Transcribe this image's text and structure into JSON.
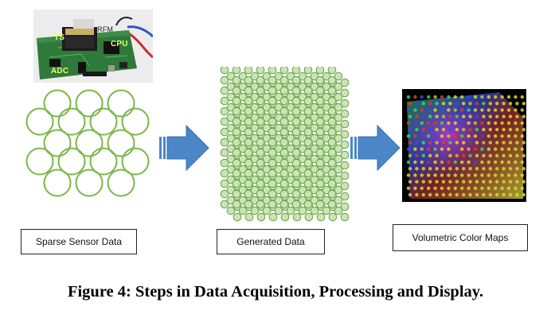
{
  "photo": {
    "labels": {
      "rfm": "RFM",
      "ts": "TS",
      "cpu": "CPU",
      "adc": "ADC"
    }
  },
  "boxes": {
    "sparse": "Sparse Sensor Data",
    "generated": "Generated Data",
    "volumetric": "Volumetric Color Maps"
  },
  "figure_caption": "Figure 4: Steps in Data Acquisition, Processing and Display.",
  "colors": {
    "sensor_stroke": "#7ab648",
    "node_fill": "#c8e6b0",
    "node_stroke": "#6a9e50",
    "arrow": "#4a86c8",
    "pcb": "#2f7a3a",
    "volume_yellow": "#d6d83a",
    "volume_blue": "#3a4ad8",
    "volume_red": "#d83a3a"
  }
}
